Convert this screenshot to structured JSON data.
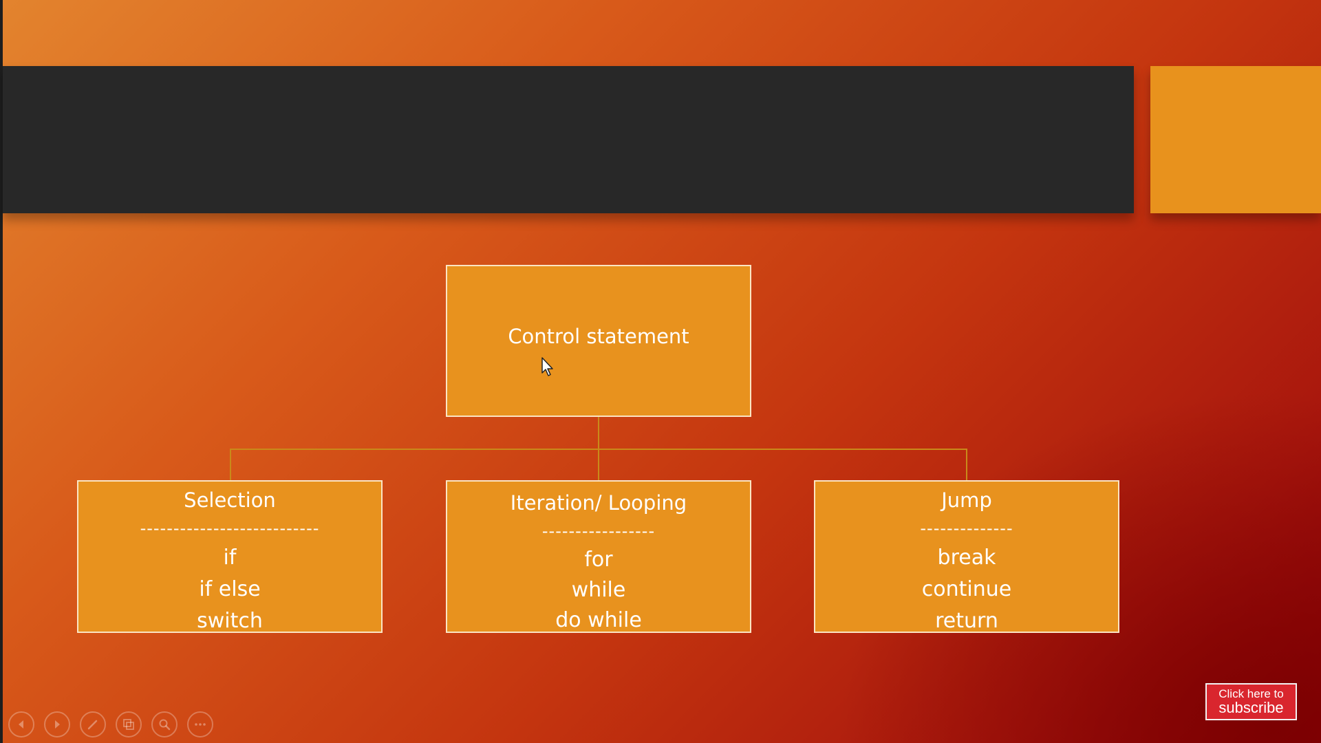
{
  "slide": {
    "root": {
      "label": "Control statement"
    },
    "children": [
      {
        "heading": "Selection",
        "separator": "---------------------------",
        "items": [
          "if",
          "if else",
          "switch"
        ]
      },
      {
        "heading": "Iteration/ Looping",
        "separator": "-----------------",
        "items": [
          "for",
          "while",
          "do while"
        ]
      },
      {
        "heading": "Jump",
        "separator": "--------------",
        "items": [
          "break",
          "continue",
          "return"
        ]
      }
    ]
  },
  "toolbar": {
    "buttons": [
      {
        "icon": "previous-icon"
      },
      {
        "icon": "next-icon"
      },
      {
        "icon": "pen-icon"
      },
      {
        "icon": "slides-icon"
      },
      {
        "icon": "zoom-icon"
      },
      {
        "icon": "more-icon"
      }
    ]
  },
  "subscribe": {
    "line1": "Click here to",
    "line2": "subscribe"
  },
  "colors": {
    "box_fill": "#e8921e",
    "title_bar": "#282828",
    "subscribe_bg": "#d9262e"
  }
}
